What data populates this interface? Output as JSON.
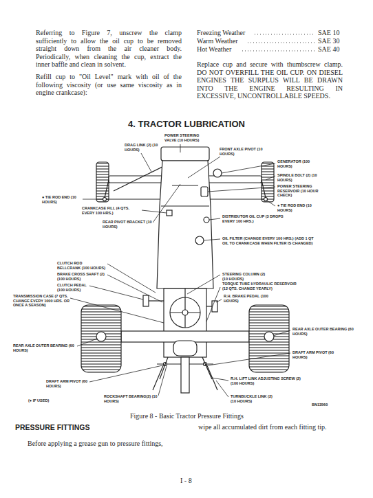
{
  "diagram": {
    "title": "4. TRACTOR LUBRICATION",
    "caption": "Figure 8 - Basic Tractor Pressure Fittings",
    "labels": [
      "Referring to Figure 7, unscrew the clamp sufficiently to allow the oil cup to be removed straight down from the air cleaner body. Periodically, when cleaning the cup, extract the inner baffle and clean in solvent.",
      "Refill cup to \"Oil Level\" mark with oil of the following viscosity (or use same viscosity as in engine crankcase):",
      "Freezing Weather",
      "SAE 10",
      "Warm Weather",
      "SAE 30",
      "Hot Weather",
      "SAE 40",
      "Replace cup and secure with thumbscrew clamp. DO NOT OVERFILL THE OIL CUP. ON DIESEL ENGINES THE SURPLUS WILL BE DRAWN INTO THE ENGINE RESULTING IN EXCESSIVE, UNCONTROLLABLE SPEEDS.",
      "POWER STEERING VALVE (10 HOURS)",
      "DRAG LINK (2) (10 HOURS)",
      "FRONT AXLE PIVOT (10 HOURS)",
      "GENERATOR (100 HOURS)",
      "SPINDLE BOLT (2) (10 HOURS)",
      "POWER STEERING RESERVOIR (10 HOUR CHECK)",
      "● TIE ROD END (10 HOURS)",
      "● TIE ROD END (10 HOURS)",
      "CRANKCASE FILL (4 QTS. EVERY 100 HRS.)",
      "DISTRIBUTOR OIL CUP (3 DROPS EVERY 100 HRS.)",
      "REAR PIVOT BRACKET (10 HOURS)",
      "OIL FILTER (CHANGE EVERY 100 HRS.) (ADD 1 QT OIL TO CRANKCASE WHEN FILTER IS CHANGED)",
      "CLUTCH ROD BELLCRANK (100 HOURS)",
      "BRAKE CROSS SHAFT (2) (100 HOURS)",
      "CLUTCH PEDAL (100 HOURS)",
      "TRANSMISSION CASE (7 QTS. CHANGE EVERY 1000 HRS. OR ONCE A SEASON)",
      "STEERING COLUMN (2) (10 HOURS)",
      "TORQUE TUBE HYDRAULIC RESERVOIR (12 QTS. CHANGE YEARLY)",
      "R.H. BRAKE PEDAL (100 HOURS)",
      "REAR AXLE OUTER BEARING (60 HOURS)",
      "REAR AXLE OUTER BEARING (60 HOURS)",
      "DRAFT ARM PIVOT (60 HOURS)",
      "R.H. LIFT LINK ADJUSTING SCREW (2) (100 HOURS)",
      "DRAFT ARM PIVOT (60 HOURS)",
      "(● IF USED)",
      "ROCKSHAFT BEARING(2) (10 HOURS)",
      "TURNBUCKLE LINK (2) (10 HOURS)",
      "BN13560",
      "PRESSURE FITTINGS",
      "Before applying a grease gun to pressure fittings,",
      "wipe all accumulated dirt from each fitting tip.",
      "I - 8"
    ]
  }
}
